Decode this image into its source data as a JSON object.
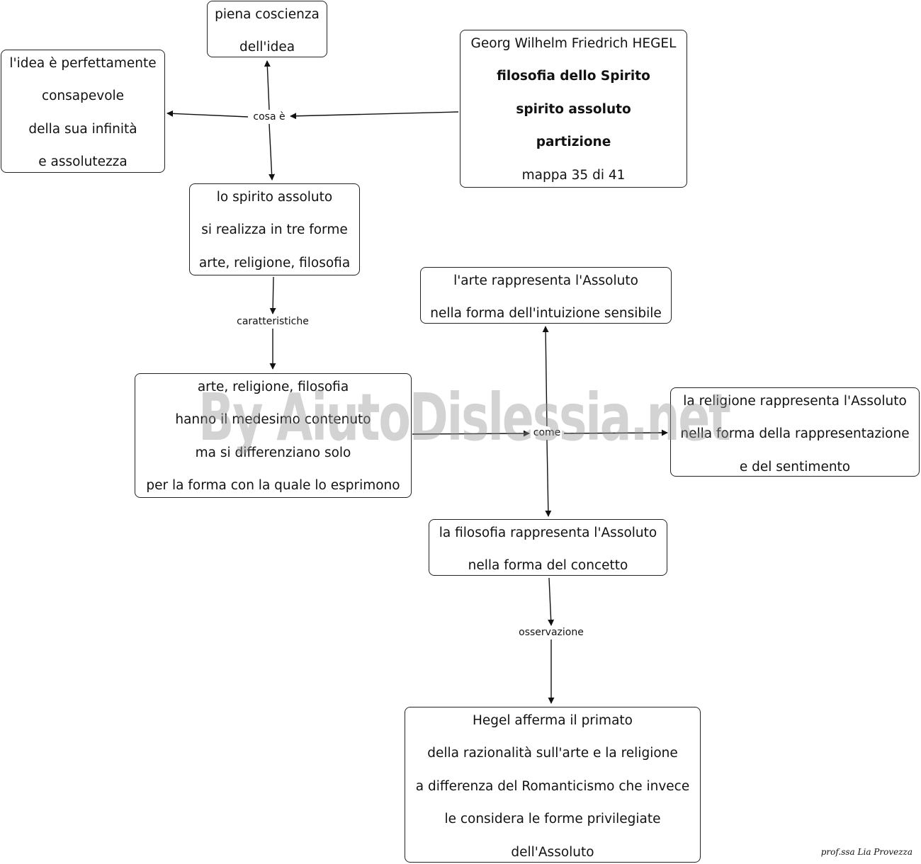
{
  "nodes": {
    "title": {
      "lines": [
        {
          "text": "Georg Wilhelm Friedrich HEGEL",
          "bold": false
        },
        {
          "text": "filosofia dello Spirito",
          "bold": true
        },
        {
          "text": "spirito assoluto",
          "bold": true
        },
        {
          "text": "partizione",
          "bold": true
        },
        {
          "text": "mappa 35 di 41",
          "bold": false
        }
      ]
    },
    "coscienza": {
      "lines": [
        {
          "text": "piena coscienza",
          "bold": false
        },
        {
          "text": "dell'idea",
          "bold": false
        }
      ]
    },
    "idea": {
      "lines": [
        {
          "text": "l'idea è perfettamente",
          "bold": false
        },
        {
          "text": "consapevole",
          "bold": false
        },
        {
          "text": "della sua infinità",
          "bold": false
        },
        {
          "text": "e assolutezza",
          "bold": false
        }
      ]
    },
    "spirito": {
      "lines": [
        {
          "text": "lo spirito assoluto",
          "bold": false
        },
        {
          "text": "si realizza in tre forme",
          "bold": false
        },
        {
          "text": "arte, religione, filosofia",
          "bold": false
        }
      ]
    },
    "arte": {
      "lines": [
        {
          "text": "l'arte rappresenta l'Assoluto",
          "bold": false
        },
        {
          "text": "nella forma dell'intuizione sensibile",
          "bold": false
        }
      ]
    },
    "contenuto": {
      "lines": [
        {
          "text": "arte, religione, filosofia",
          "bold": false
        },
        {
          "text": "hanno il medesimo contenuto",
          "bold": false
        },
        {
          "text": "ma si differenziano solo",
          "bold": false
        },
        {
          "text": "per la forma con la quale lo esprimono",
          "bold": false
        }
      ]
    },
    "religione": {
      "lines": [
        {
          "text": "la religione rappresenta l'Assoluto",
          "bold": false
        },
        {
          "text": "nella forma della rappresentazione",
          "bold": false
        },
        {
          "text": "e del sentimento",
          "bold": false
        }
      ]
    },
    "filosofia": {
      "lines": [
        {
          "text": "la filosofia rappresenta l'Assoluto",
          "bold": false
        },
        {
          "text": "nella forma del concetto",
          "bold": false
        }
      ]
    },
    "primato": {
      "lines": [
        {
          "text": "Hegel afferma il primato",
          "bold": false
        },
        {
          "text": "della razionalità sull'arte e la religione",
          "bold": false
        },
        {
          "text": "a differenza del Romanticismo che invece",
          "bold": false
        },
        {
          "text": "le considera le forme privilegiate",
          "bold": false
        },
        {
          "text": "dell'Assoluto",
          "bold": false
        }
      ]
    }
  },
  "links": {
    "cosa_e": "cosa è",
    "caratteristiche": "caratteristiche",
    "come": "come",
    "osservazione": "osservazione"
  },
  "watermark": "By AiutoDislessia.net",
  "signature": "prof.ssa Lia Provezza",
  "colors": {
    "border": "#222222",
    "text": "#111111",
    "watermark": "#969696"
  }
}
